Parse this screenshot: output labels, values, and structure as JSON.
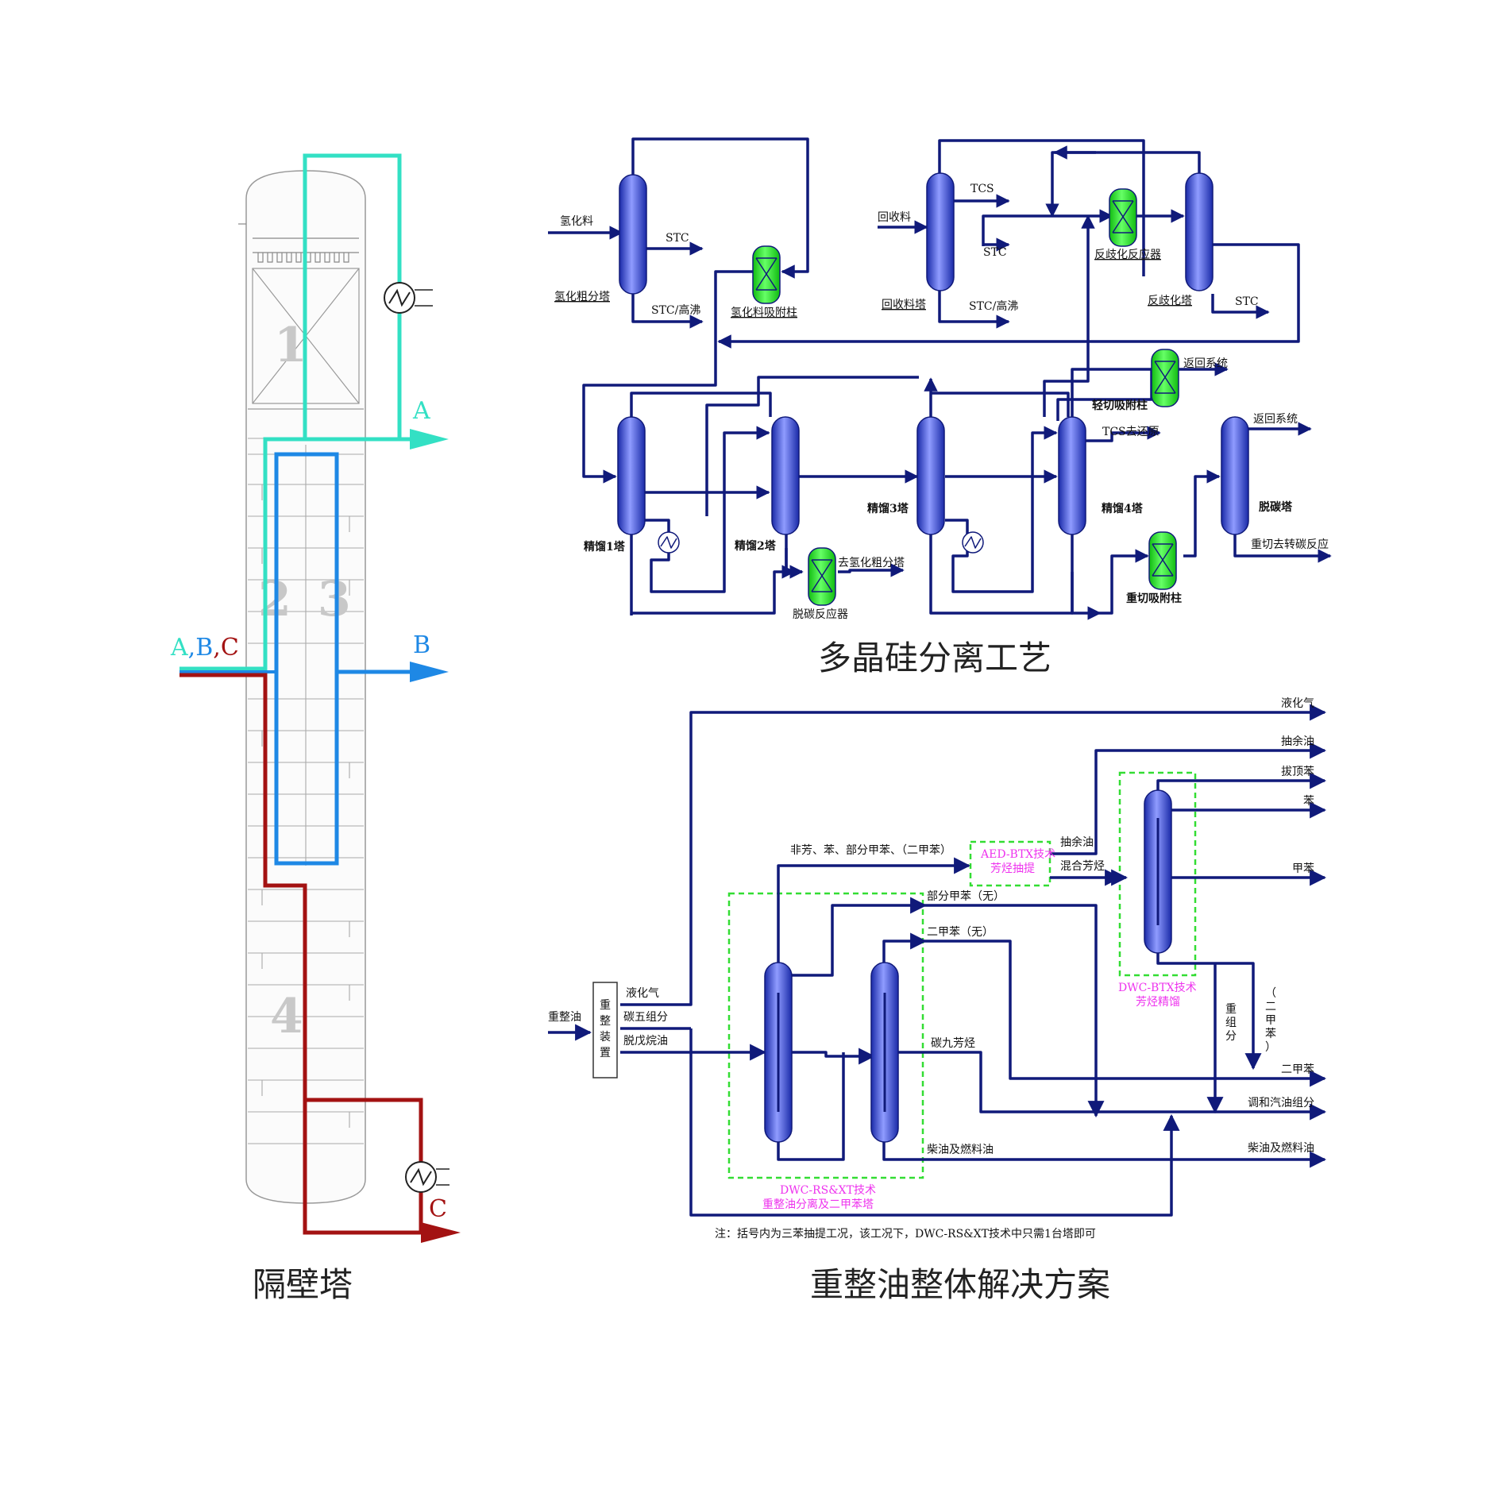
{
  "dwc_column": {
    "caption": "隔壁塔",
    "section_numbers": [
      "1",
      "2",
      "3",
      "4"
    ],
    "feed_label": {
      "a": "A",
      "b": "B",
      "c": "C",
      "sep": ","
    },
    "product_a": "A",
    "product_b": "B",
    "product_c": "C",
    "colors": {
      "a": "#33e0c4",
      "b": "#1e88e5",
      "c": "#a31212"
    }
  },
  "polysilicon": {
    "caption": "多晶硅分离工艺",
    "labels": {
      "hydro_feed": "氢化料",
      "hydro_column": "氢化粗分塔",
      "stc_1": "STC",
      "stc_high_1": "STC/高沸",
      "hydro_adsorber": "氢化料吸附柱",
      "recovery_feed": "回收料",
      "recovery_column": "回收料塔",
      "tcs_1": "TCS",
      "stc_2": "STC",
      "stc_high_2": "STC/高沸",
      "disproportionation_reactor": "反歧化反应器",
      "disproportionation_column": "反歧化塔",
      "stc_3": "STC",
      "return_system_1": "返回系统",
      "light_adsorber": "轻切吸附柱",
      "tcs_reduction": "TCS去还原",
      "return_system_2": "返回系统",
      "decarbon_column": "脱碳塔",
      "heavy_to_reaction": "重切去转碳反应",
      "col1": "精馏1塔",
      "col2": "精馏2塔",
      "col3": "精馏3塔",
      "col4": "精馏4塔",
      "to_hydro": "去氢化粗分塔",
      "decarbon_reactor": "脱碳反应器",
      "heavy_adsorber": "重切吸附柱"
    },
    "colors": {
      "line": "#101a7a",
      "reactor": "#22ee22"
    }
  },
  "reformate": {
    "caption": "重整油整体解决方案",
    "labels": {
      "feed": "重整油",
      "unit_chars": [
        "重",
        "整",
        "装",
        "置"
      ],
      "lpg": "液化气",
      "c5": "碳五组分",
      "depentanized": "脱戊烷油",
      "nonaromatics": "非芳、苯、部分甲苯、（二甲苯）",
      "aed_title": "AED-BTX技术",
      "aed_sub": "芳烃抽提",
      "raffinate_oil": "抽余油",
      "mixed_aromatics": "混合芳烃",
      "partial_toluene": "部分甲苯（无）",
      "xylene_none": "二甲苯（无）",
      "c9": "碳九芳烃",
      "diesel_mid": "柴油及燃料油",
      "btx_title": "DWC-BTX技术",
      "btx_sub": "芳烃精馏",
      "heavy_chars": [
        "重",
        "组",
        "分"
      ],
      "xylene_vertical": [
        "（",
        "二",
        "甲",
        "苯",
        "）"
      ],
      "rs_title": "DWC-RS&XT技术",
      "rs_sub": "重整油分离及二甲苯塔",
      "note": "注：括号内为三苯抽提工况，该工况下，DWC-RS&XT技术中只需1台塔即可"
    },
    "outputs": [
      "液化气",
      "抽余油",
      "拔顶苯",
      "苯",
      "甲苯",
      "二甲苯",
      "调和汽油组分",
      "柴油及燃料油"
    ],
    "colors": {
      "line": "#101a7a",
      "tech_box": "#33dd33",
      "tech_text": "#ee33ee"
    }
  }
}
